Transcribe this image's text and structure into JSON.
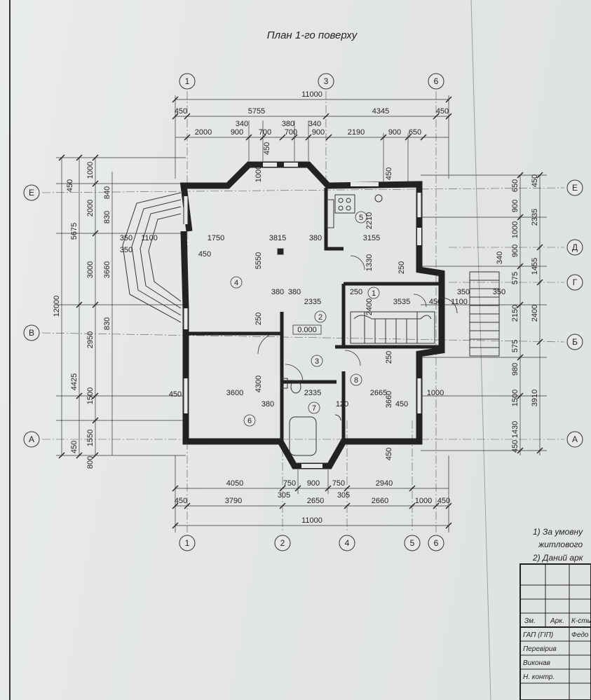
{
  "title": "План 1-го поверху",
  "axes_top": [
    "1",
    "3",
    "6"
  ],
  "axes_bottom": [
    "1",
    "2",
    "4",
    "5",
    "6"
  ],
  "axes_left": [
    "Е",
    "В",
    "А"
  ],
  "axes_right": [
    "Е",
    "Д",
    "Г",
    "Б",
    "А"
  ],
  "dims_top": {
    "total": "11000",
    "row2": [
      "450",
      "5755",
      "4345",
      "450"
    ],
    "row3": [
      "340",
      "380",
      "340"
    ],
    "row4": [
      "2000",
      "900",
      "700",
      "700",
      "900",
      "2190",
      "900",
      "650"
    ]
  },
  "dims_bottom": {
    "row1": [
      "4050",
      "750",
      "900",
      "750",
      "2940"
    ],
    "row1b": [
      "305",
      "305"
    ],
    "row2": [
      "450",
      "3790",
      "2650",
      "2660",
      "1000",
      "450"
    ],
    "total": "11000"
  },
  "dims_left": {
    "outer": "12000",
    "col2": [
      "5675",
      "2950",
      "4425"
    ],
    "col3": [
      "1000",
      "2000",
      "3000",
      "1500",
      "1550"
    ],
    "col4": [
      "450",
      "840",
      "830",
      "3660",
      "830",
      "450",
      "800"
    ]
  },
  "dims_right": {
    "col1": [
      "650",
      "900",
      "1000",
      "900",
      "340",
      "575",
      "2150",
      "575",
      "980",
      "1500",
      "1430",
      "450"
    ],
    "col2": [
      "450",
      "2335",
      "1455",
      "2400",
      "3910"
    ]
  },
  "interior_dims": [
    "1100",
    "350",
    "350",
    "450",
    "1750",
    "3815",
    "380",
    "3155",
    "5550",
    "380",
    "2335",
    "250",
    "1330",
    "250",
    "2400",
    "3535",
    "450",
    "1100",
    "350",
    "350",
    "2210",
    "450",
    "1000",
    "450",
    "380",
    "250",
    "250",
    "3600",
    "4300",
    "380",
    "2335",
    "120",
    "2665",
    "3660",
    "450",
    "1000",
    "450",
    "450"
  ],
  "level_mark": "0.000",
  "rooms": [
    "1",
    "2",
    "3",
    "4",
    "5",
    "6",
    "7",
    "8"
  ],
  "notes": [
    "1) За умовну",
    "житлового",
    "2) Даний арк"
  ],
  "stamp": {
    "header": [
      "Зм.",
      "Арк.",
      "К-сть"
    ],
    "rows": [
      "ГАП (ГІП)",
      "Перевірив",
      "Виконав",
      "Н. контр."
    ],
    "name": "Федо"
  },
  "colors": {
    "ink": "#222222",
    "paper": "#e6e9e6"
  }
}
